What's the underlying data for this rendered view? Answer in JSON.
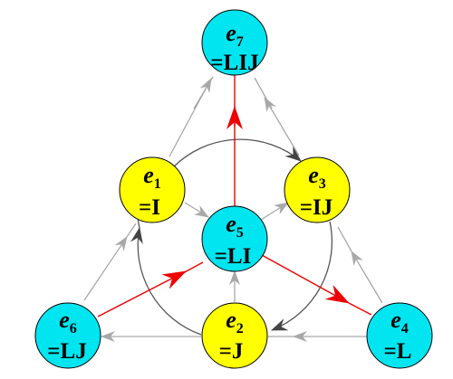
{
  "colors": {
    "cyan_node": "#00e5f0",
    "yellow_node": "#ffff00",
    "gray_edge": "#a8a8a8",
    "dark_edge": "#555555",
    "red_edge": "#ee0000"
  },
  "nodes": [
    {
      "id": "e7",
      "letter": "e",
      "sub": "7",
      "value": "=LIJ",
      "color": "cyan"
    },
    {
      "id": "e1",
      "letter": "e",
      "sub": "1",
      "value": "=I",
      "color": "yellow"
    },
    {
      "id": "e3",
      "letter": "e",
      "sub": "3",
      "value": "=IJ",
      "color": "yellow"
    },
    {
      "id": "e5",
      "letter": "e",
      "sub": "5",
      "value": "=LI",
      "color": "cyan"
    },
    {
      "id": "e6",
      "letter": "e",
      "sub": "6",
      "value": "=LJ",
      "color": "cyan"
    },
    {
      "id": "e2",
      "letter": "e",
      "sub": "2",
      "value": "=J",
      "color": "yellow"
    },
    {
      "id": "e4",
      "letter": "e",
      "sub": "4",
      "value": "=L",
      "color": "cyan"
    }
  ]
}
